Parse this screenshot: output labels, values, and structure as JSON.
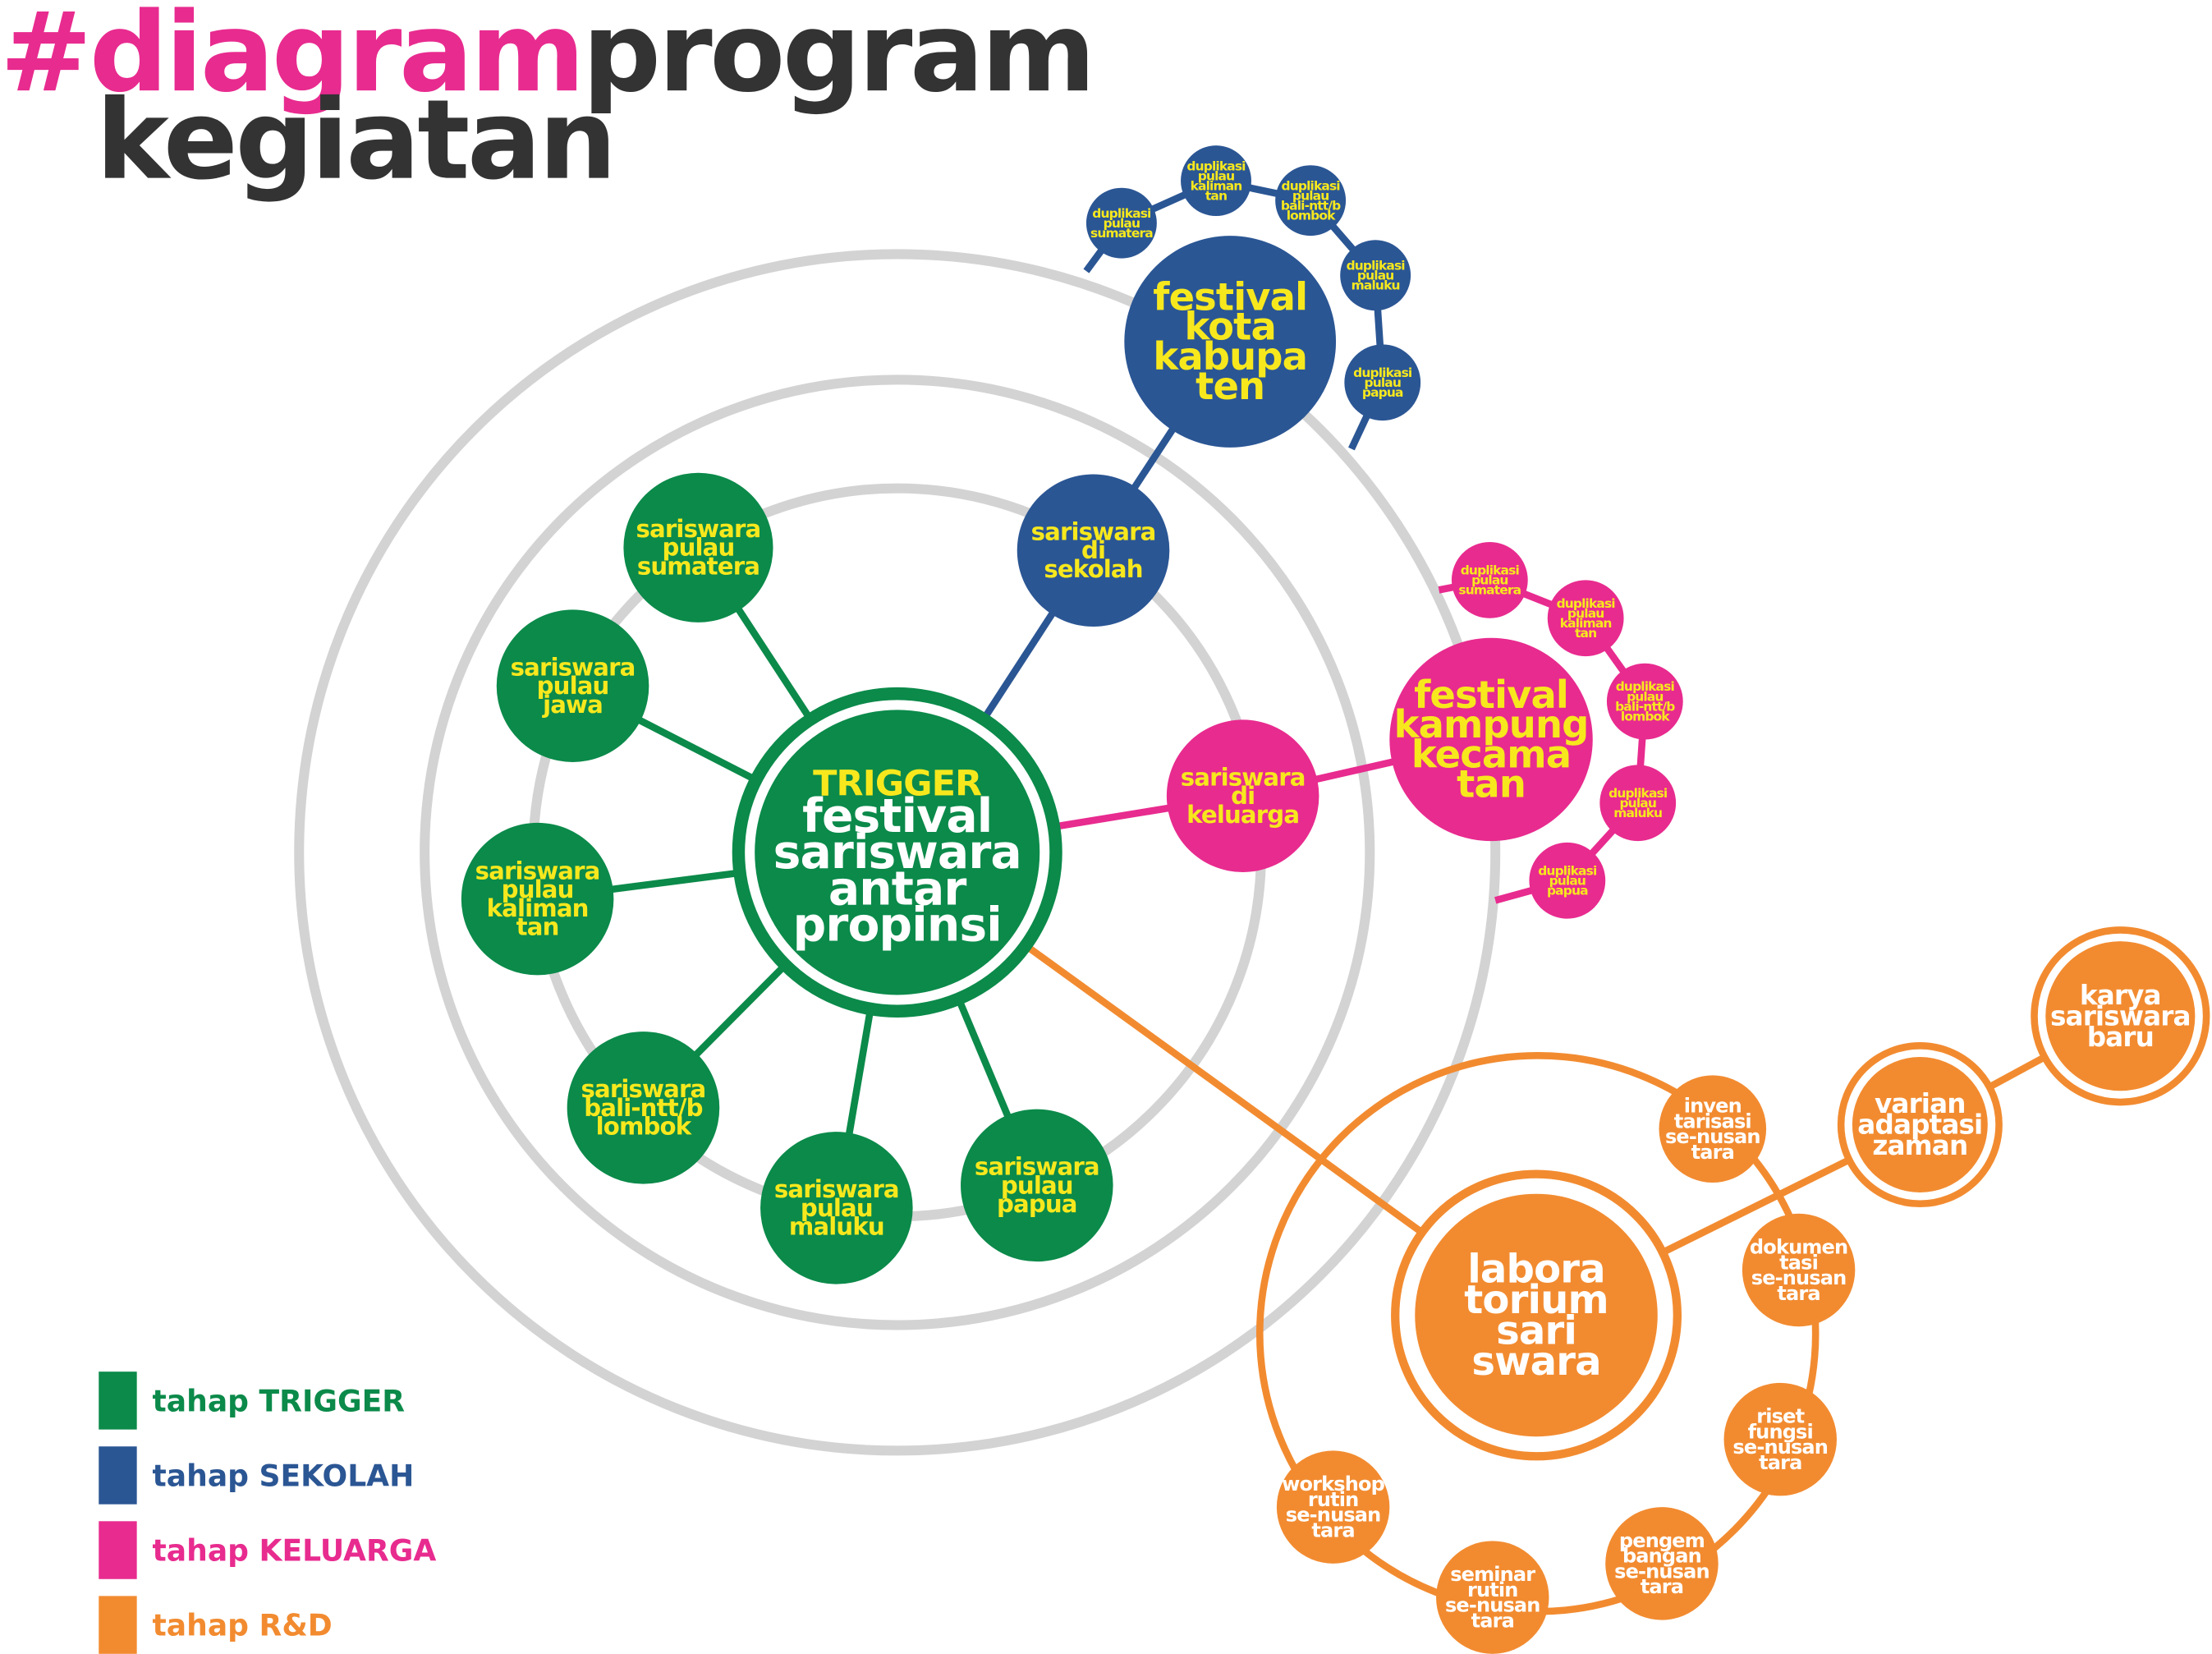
{
  "title": {
    "hash_part": "#diagram",
    "rest_part": "program",
    "line2": "kegiatan"
  },
  "colors": {
    "trigger": "#0b8a4a",
    "sekolah": "#2b5694",
    "keluarga": "#e82b8f",
    "rnd": "#f28b30",
    "label": "#f7e81d",
    "ring": "#d3d3d3",
    "title_dark": "#333333"
  },
  "center": {
    "lines": [
      "TRIGGER",
      "festival",
      "sariswara",
      "antar",
      "propinsi"
    ]
  },
  "trigger_nodes": [
    {
      "lines": [
        "sariswara",
        "pulau",
        "sumatera"
      ]
    },
    {
      "lines": [
        "sariswara",
        "pulau",
        "jawa"
      ]
    },
    {
      "lines": [
        "sariswara",
        "pulau",
        "kaliman",
        "tan"
      ]
    },
    {
      "lines": [
        "sariswara",
        "bali-ntt/b",
        "lombok"
      ]
    },
    {
      "lines": [
        "sariswara",
        "pulau",
        "maluku"
      ]
    },
    {
      "lines": [
        "sariswara",
        "pulau",
        "papua"
      ]
    }
  ],
  "sekolah": {
    "node": {
      "lines": [
        "sariswara",
        "di",
        "sekolah"
      ]
    },
    "festival": {
      "lines": [
        "festival",
        "kota",
        "kabupa",
        "ten"
      ]
    },
    "duplicates": [
      {
        "lines": [
          "duplikasi",
          "pulau",
          "sumatera"
        ]
      },
      {
        "lines": [
          "duplikasi",
          "pulau",
          "kaliman",
          "tan"
        ]
      },
      {
        "lines": [
          "duplikasi",
          "pulau",
          "bali-ntt/b",
          "lombok"
        ]
      },
      {
        "lines": [
          "duplikasi",
          "pulau",
          "maluku"
        ]
      },
      {
        "lines": [
          "duplikasi",
          "pulau",
          "papua"
        ]
      }
    ]
  },
  "keluarga": {
    "node": {
      "lines": [
        "sariswara",
        "di",
        "keluarga"
      ]
    },
    "festival": {
      "lines": [
        "festival",
        "kampung",
        "kecama",
        "tan"
      ]
    },
    "duplicates": [
      {
        "lines": [
          "duplikasi",
          "pulau",
          "sumatera"
        ]
      },
      {
        "lines": [
          "duplikasi",
          "pulau",
          "kaliman",
          "tan"
        ]
      },
      {
        "lines": [
          "duplikasi",
          "pulau",
          "bali-ntt/b",
          "lombok"
        ]
      },
      {
        "lines": [
          "duplikasi",
          "pulau",
          "maluku"
        ]
      },
      {
        "lines": [
          "duplikasi",
          "pulau",
          "papua"
        ]
      }
    ]
  },
  "rnd": {
    "lab": {
      "lines": [
        "labora",
        "torium",
        "sari",
        "swara"
      ]
    },
    "varian": {
      "lines": [
        "varian",
        "adaptasi",
        "zaman"
      ]
    },
    "karya": {
      "lines": [
        "karya",
        "sariswara",
        "baru"
      ]
    },
    "activities": [
      {
        "lines": [
          "inven",
          "tarisasi",
          "se-nusan",
          "tara"
        ]
      },
      {
        "lines": [
          "dokumen",
          "tasi",
          "se-nusan",
          "tara"
        ]
      },
      {
        "lines": [
          "riset",
          "fungsi",
          "se-nusan",
          "tara"
        ]
      },
      {
        "lines": [
          "pengem",
          "bangan",
          "se-nusan",
          "tara"
        ]
      },
      {
        "lines": [
          "seminar",
          "rutin",
          "se-nusan",
          "tara"
        ]
      },
      {
        "lines": [
          "workshop",
          "rutin",
          "se-nusan",
          "tara"
        ]
      }
    ]
  },
  "legend": [
    {
      "label": "tahap TRIGGER",
      "color": "#0b8a4a"
    },
    {
      "label": "tahap SEKOLAH",
      "color": "#2b5694"
    },
    {
      "label": "tahap KELUARGA",
      "color": "#e82b8f"
    },
    {
      "label": "tahap R&D",
      "color": "#f28b30"
    }
  ]
}
